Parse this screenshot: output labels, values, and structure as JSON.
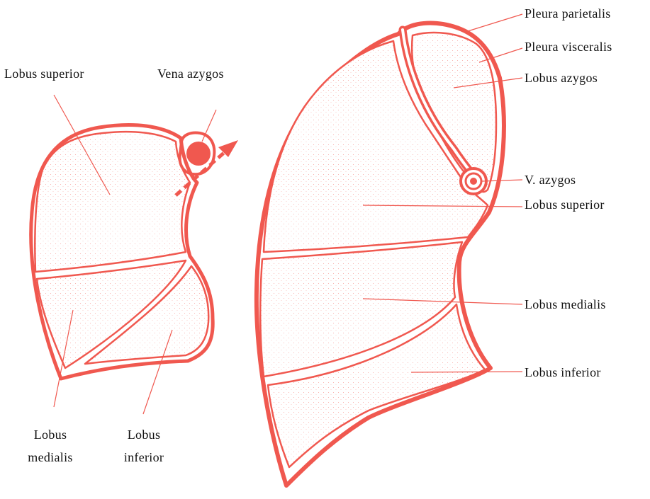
{
  "colors": {
    "accent": "#f0584f",
    "text": "#111111",
    "background": "#ffffff"
  },
  "left_diagram": {
    "lobus_superior": "Lobus superior",
    "vena_azygos": "Vena azygos",
    "lobus_medialis_line1": "Lobus",
    "lobus_medialis_line2": "medialis",
    "lobus_inferior_line1": "Lobus",
    "lobus_inferior_line2": "inferior"
  },
  "right_diagram": {
    "pleura_parietalis": "Pleura parietalis",
    "pleura_visceralis": "Pleura visceralis",
    "lobus_azygos": "Lobus azygos",
    "v_azygos": "V. azygos",
    "lobus_superior": "Lobus superior",
    "lobus_medialis": "Lobus medialis",
    "lobus_inferior": "Lobus inferior"
  }
}
